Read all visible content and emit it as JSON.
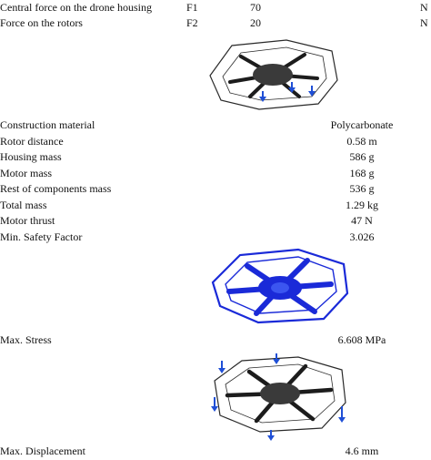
{
  "loads": [
    {
      "label": "Central force on the drone housing",
      "symbol": "F1",
      "value": "70",
      "unit": "N"
    },
    {
      "label": "Force on the rotors",
      "symbol": "F2",
      "value": "20",
      "unit": "N"
    }
  ],
  "properties": [
    {
      "label": "Construction material",
      "value": "Polycarbonate"
    },
    {
      "label": "Rotor distance",
      "value": "0.58 m"
    },
    {
      "label": "Housing mass",
      "value": "586 g"
    },
    {
      "label": "Motor mass",
      "value": "168 g"
    },
    {
      "label": "Rest of components mass",
      "value": "536 g"
    },
    {
      "label": "Total mass",
      "value": "1.29 kg"
    },
    {
      "label": "Motor thrust",
      "value": "47 N"
    },
    {
      "label": "Min. Safety Factor",
      "value": "3.026"
    }
  ],
  "results": {
    "stress": {
      "label": "Max. Stress",
      "value": "6.608 MPa"
    },
    "displacement": {
      "label": "Max. Displacement",
      "value": "4.6 mm"
    }
  },
  "figures": {
    "load_model": {
      "mesh_color": "#2a2a2a",
      "arrow_color": "#1f4fd6"
    },
    "stress_plot": {
      "mesh_color": "#1a2ad8"
    },
    "displacement_plot": {
      "mesh_color": "#2a2a2a",
      "arrow_color": "#1f4fd6"
    }
  }
}
